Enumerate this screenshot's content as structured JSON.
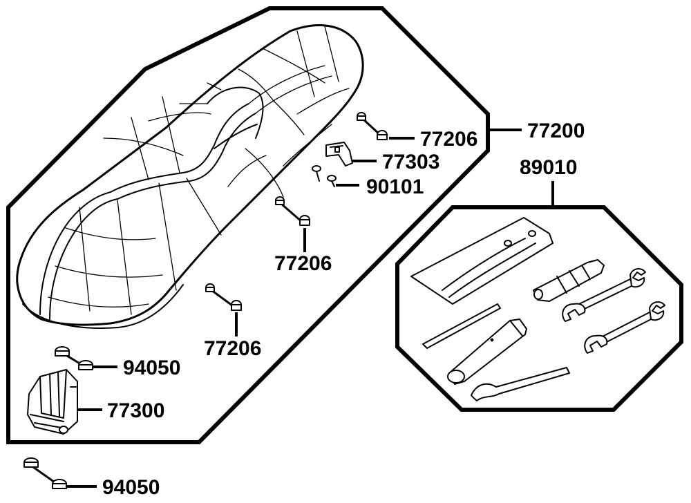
{
  "diagram": {
    "labels": {
      "p77200": "77200",
      "p77206a": "77206",
      "p77303": "77303",
      "p90101": "90101",
      "p77206b": "77206",
      "p77206c": "77206",
      "p94050a": "94050",
      "p77300": "77300",
      "p94050b": "94050",
      "p89010": "89010"
    },
    "colors": {
      "line": "#000000",
      "background": "#ffffff"
    }
  }
}
